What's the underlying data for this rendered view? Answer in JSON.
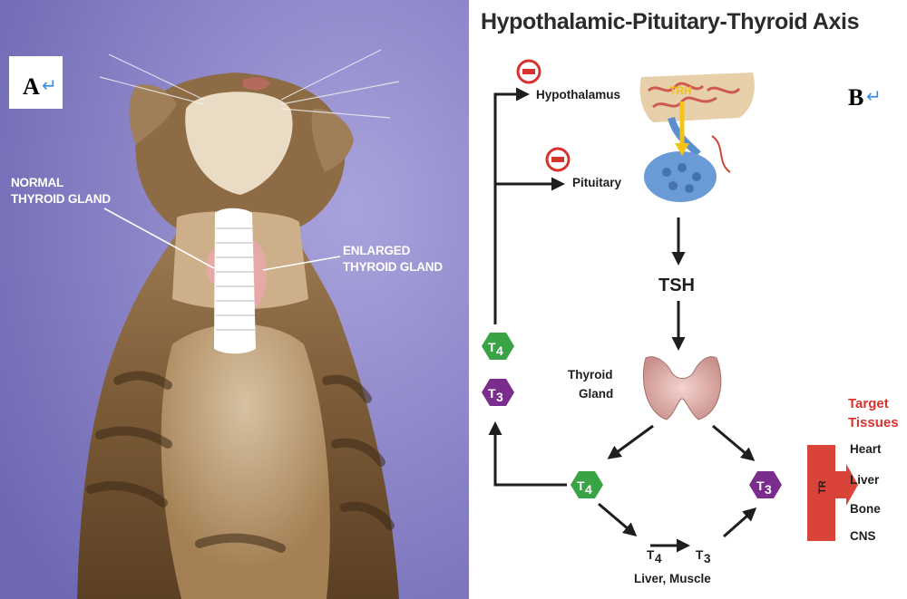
{
  "panel_a": {
    "letter": "A",
    "return_glyph": "↵",
    "label_normal_line1": "NORMAL",
    "label_normal_line2": "THYROID GLAND",
    "label_enlarged_line1": "ENLARGED",
    "label_enlarged_line2": "THYROID GLAND",
    "photo_subject": "cat",
    "colors": {
      "background": "#7d76c0",
      "label_text": "#ffffff",
      "trachea": "#ffffff",
      "gland": "#e8a8a8"
    }
  },
  "panel_b": {
    "letter": "B",
    "return_glyph": "↵",
    "title": "Hypothalamic-Pituitary-Thyroid Axis",
    "hypothalamus": "Hypothalamus",
    "pituitary": "Pituitary",
    "trh": "TRH",
    "tsh": "TSH",
    "thyroid_line1": "Thyroid",
    "thyroid_line2": "Gland",
    "hex_t4": "T",
    "hex_t4_sub": "4",
    "hex_t3": "T",
    "hex_t3_sub": "3",
    "conversion_t4": "T",
    "conversion_t4_sub": "4",
    "conversion_t3": "T",
    "conversion_t3_sub": "3",
    "conversion_site": "Liver, Muscle",
    "target_title_line1": "Target",
    "target_title_line2": "Tissues",
    "receptor": "TR",
    "targets": [
      "Heart",
      "Liver",
      "Bone",
      "CNS"
    ],
    "inhibit_symbol": "−",
    "colors": {
      "t4_hex": "#3aa346",
      "t3_hex": "#7b2d8e",
      "inhibit": "#d7322f",
      "target_title": "#d7322f",
      "receptor_bar": "#d9433a",
      "trh_arrow": "#f3c318",
      "arrows": "#1e1e1e"
    }
  }
}
